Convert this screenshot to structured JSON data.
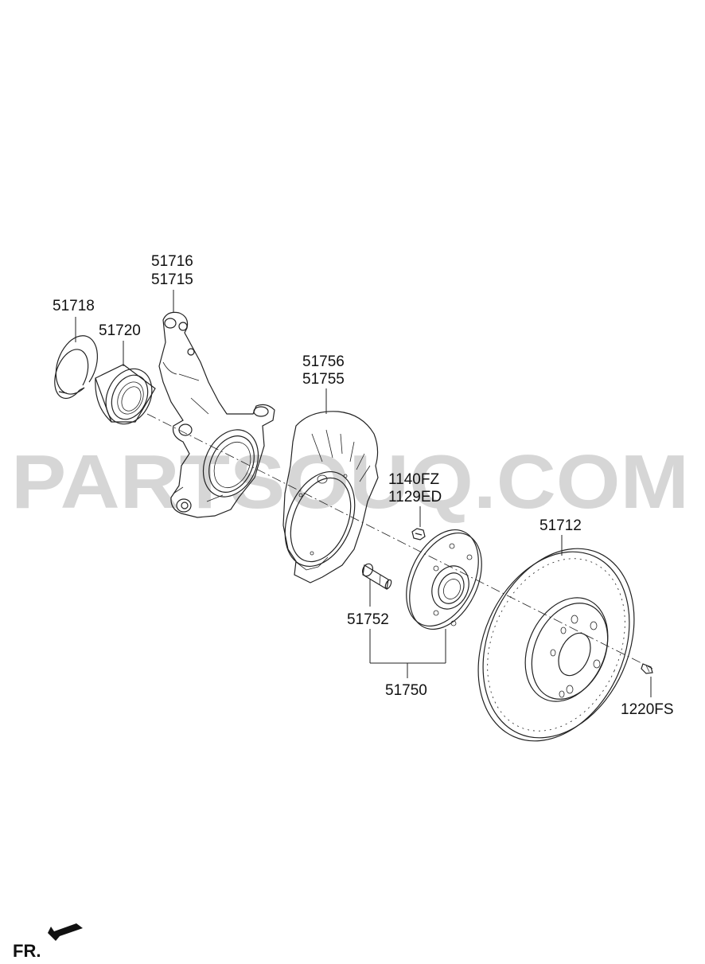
{
  "watermark": "PARTSOUQ.COM",
  "direction_label": "FR.",
  "parts": {
    "snap_ring": "51718",
    "bearing": "51720",
    "knuckle_a": "51716",
    "knuckle_b": "51715",
    "dust_cover_a": "51756",
    "dust_cover_b": "51755",
    "bolt_a": "1140FZ",
    "bolt_b": "1129ED",
    "hub_bolt": "51752",
    "hub_assembly": "51750",
    "disc": "51712",
    "screw": "1220FS"
  }
}
